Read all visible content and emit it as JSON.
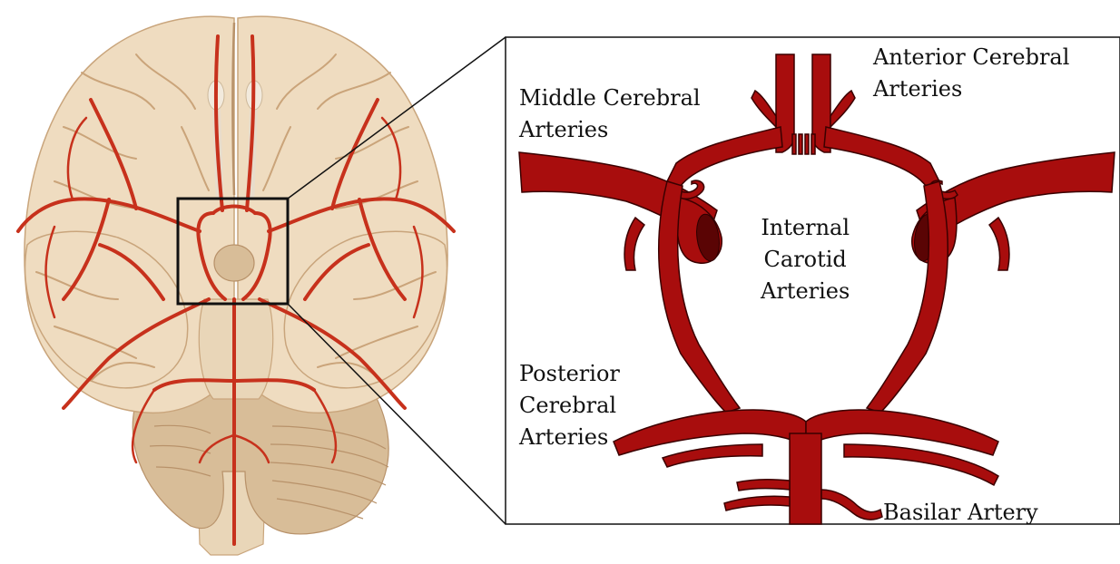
{
  "figure": {
    "labels": {
      "anterior_cerebral": [
        "Anterior Cerebral",
        "Arteries"
      ],
      "middle_cerebral": [
        "Middle Cerebral",
        "Arteries"
      ],
      "internal_carotid": [
        "Internal",
        "Carotid",
        "Arteries"
      ],
      "posterior_cerebral": [
        "Posterior",
        "Cerebral",
        "Arteries"
      ],
      "basilar": [
        "Basilar Artery"
      ]
    },
    "colors": {
      "artery": "#a80d0d",
      "artery_dark": "#5a0404",
      "brain": "#efdcc0",
      "brain_shadow": "#d8bd98",
      "brainstem": "#e9d6b8",
      "vessel_light": "#c7311c",
      "frame": "#111111"
    }
  }
}
